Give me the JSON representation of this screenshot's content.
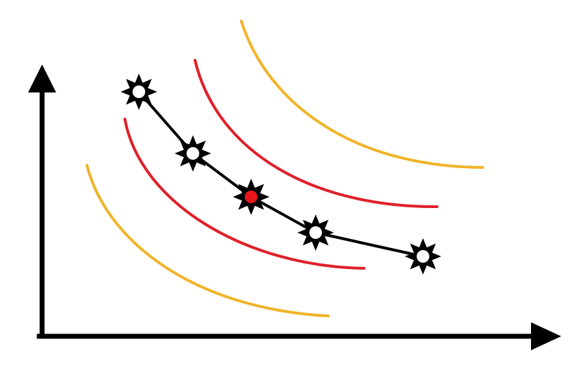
{
  "colors": {
    "background": "#ffffff",
    "axis": "#000000",
    "yellow_curve": "#f0b429",
    "red_curve": "#e0202a",
    "connector": "#000000",
    "star_fill": "#000000",
    "star_center_default": "#ffffff",
    "star_center_highlight": "#e8151b"
  },
  "icons": {
    "axis_arrowhead": "filled-triangle",
    "point_marker": "eight-point-star"
  },
  "diagram": {
    "curve_count": 4,
    "curves": [
      {
        "name": "inner-yellow-curve",
        "color": "yellow"
      },
      {
        "name": "inner-red-curve",
        "color": "red"
      },
      {
        "name": "outer-red-curve",
        "color": "red"
      },
      {
        "name": "outer-yellow-curve",
        "color": "yellow"
      }
    ],
    "point_count": 5,
    "highlighted_point_index": 2
  }
}
